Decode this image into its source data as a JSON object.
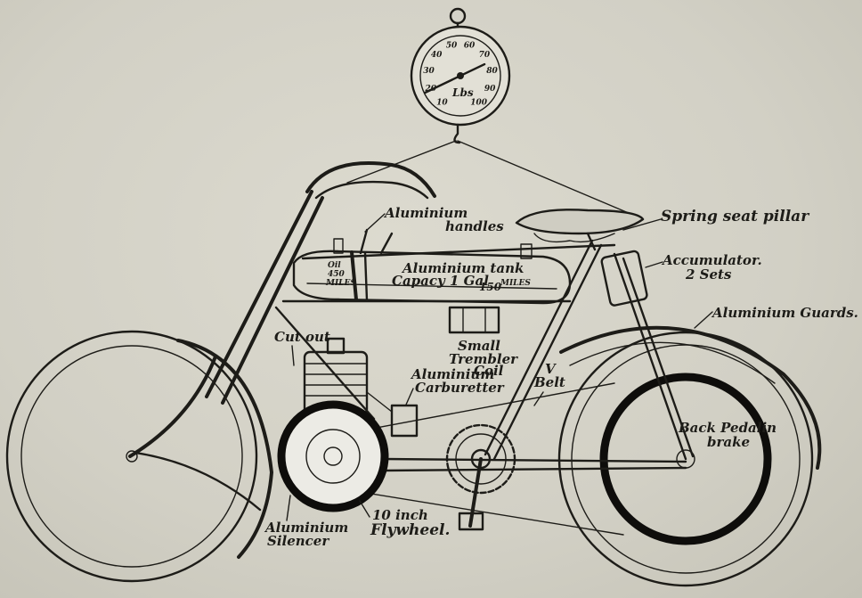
{
  "labels": {
    "aluminium_handles_1": "Aluminium",
    "aluminium_handles_2": "handles",
    "spring_seat_pillar": "Spring seat pillar",
    "accumulator_1": "Accumulator.",
    "accumulator_2": "2 Sets",
    "aluminium_guards": "Aluminium Guards.",
    "tank_1": "Aluminium tank",
    "tank_2": "Capacy",
    "tank_3": "1 Gal",
    "tank_miles": "150",
    "tank_miles_unit": "MILES",
    "oil_1": "Oil",
    "oil_2": "450",
    "oil_3": "MILES",
    "cut_out": "Cut out",
    "small_trembler_coil_1": "Small",
    "small_trembler_coil_2": "Trembler",
    "small_trembler_coil_3": "Coil",
    "aluminium_carburetter_1": "Aluminium",
    "aluminium_carburetter_2": "Carburetter",
    "v_belt_1": "V",
    "v_belt_2": "Belt",
    "back_pedal_brake_1": "Back Pedalin",
    "back_pedal_brake_2": "brake",
    "aluminium_silencer_1": "Aluminium",
    "aluminium_silencer_2": "Silencer",
    "flywheel_1": "10 inch",
    "flywheel_2": "Flywheel."
  },
  "scale": {
    "unit": "Lbs",
    "ticks": [
      "10",
      "20",
      "30",
      "40",
      "50",
      "60",
      "70",
      "80",
      "90",
      "100"
    ],
    "reading": 75
  },
  "colors": {
    "ink": "#1d1c18",
    "paper": "#d6d4c9"
  }
}
